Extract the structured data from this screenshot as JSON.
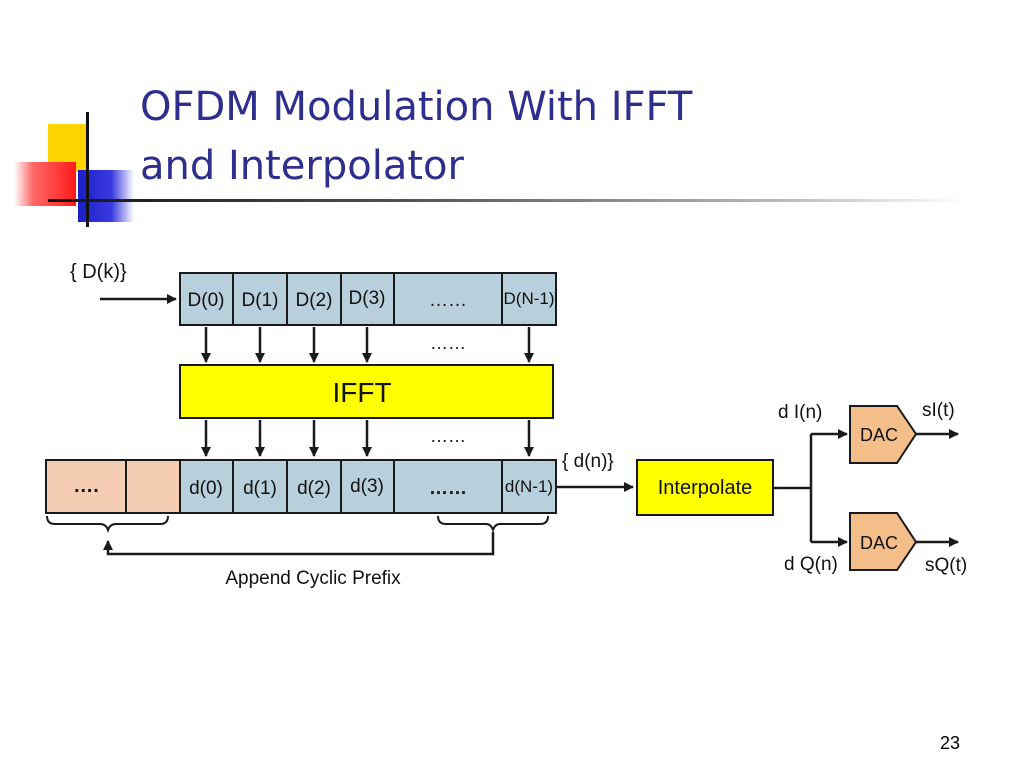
{
  "slide": {
    "title_line1": "OFDM Modulation With IFFT",
    "title_line2": "and Interpolator",
    "page_number": "23"
  },
  "diagram": {
    "input_label": "{ D(k)}",
    "freq_cells": [
      "D(0)",
      "D(1)",
      "D(2)",
      "D(3)",
      "……",
      "D(N-1)"
    ],
    "ellipsis_top": "……",
    "ifft_label": "IFFT",
    "ellipsis_mid": "……",
    "prefix_cells": [
      "….",
      ""
    ],
    "time_cells": [
      "d(0)",
      "d(1)",
      "d(2)",
      "d(3)",
      "……",
      "d(N-1)"
    ],
    "output_label": "{ d(n)}",
    "interpolate_label": "Interpolate",
    "dI_label": "d I(n)",
    "dQ_label": "d Q(n)",
    "dac_label": "DAC",
    "sI_label": "sI(t)",
    "sQ_label": "sQ(t)",
    "cyclic_prefix_label": "Append Cyclic Prefix"
  },
  "colors": {
    "title": "#2e2e8f",
    "cell_fill": "#b8d0dc",
    "ifft_fill": "#ffff00",
    "prefix_fill": "#f4cdb2",
    "dac_fill": "#f4be8a",
    "deco_yellow": "#ffd500",
    "deco_blue": "#2828c8",
    "deco_red": "#ff2020"
  }
}
